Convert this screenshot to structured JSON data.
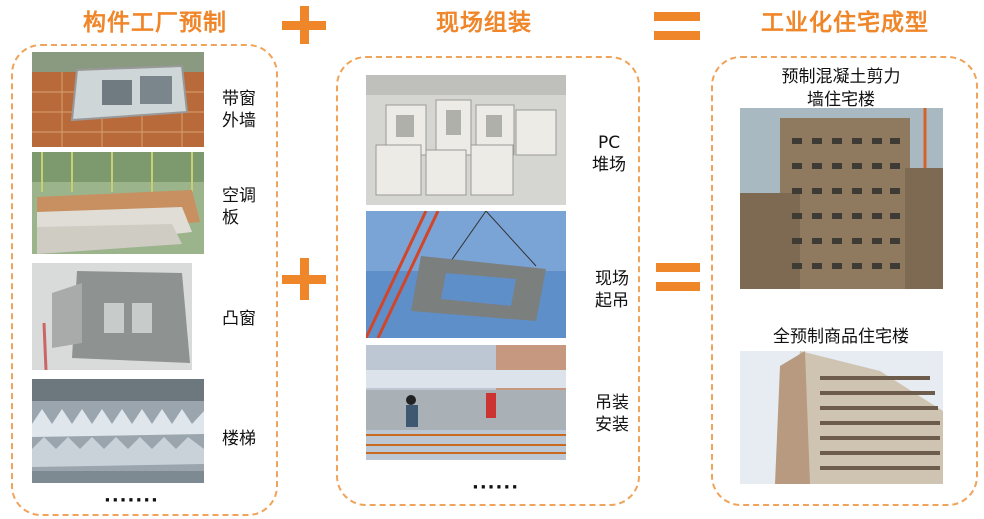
{
  "headings": {
    "factory": "构件工厂预制",
    "site": "现场组装",
    "result": "工业化住宅成型"
  },
  "factory_items": [
    {
      "label": "带窗\n外墙"
    },
    {
      "label": "空调\n板"
    },
    {
      "label": "凸窗"
    },
    {
      "label": "楼梯"
    }
  ],
  "factory_more": "·······",
  "site_items": [
    {
      "label": "PC\n堆场"
    },
    {
      "label": "现场\n起吊"
    },
    {
      "label": "吊装\n安装"
    }
  ],
  "site_more": "······",
  "results": [
    {
      "label": "预制混凝土剪力\n墙住宅楼"
    },
    {
      "label": "全预制商品住宅楼"
    }
  ],
  "colors": {
    "accent": "#f0862a",
    "dashed_border": "#f0a35a"
  },
  "icons": [
    "plus-icon",
    "equals-icon"
  ]
}
